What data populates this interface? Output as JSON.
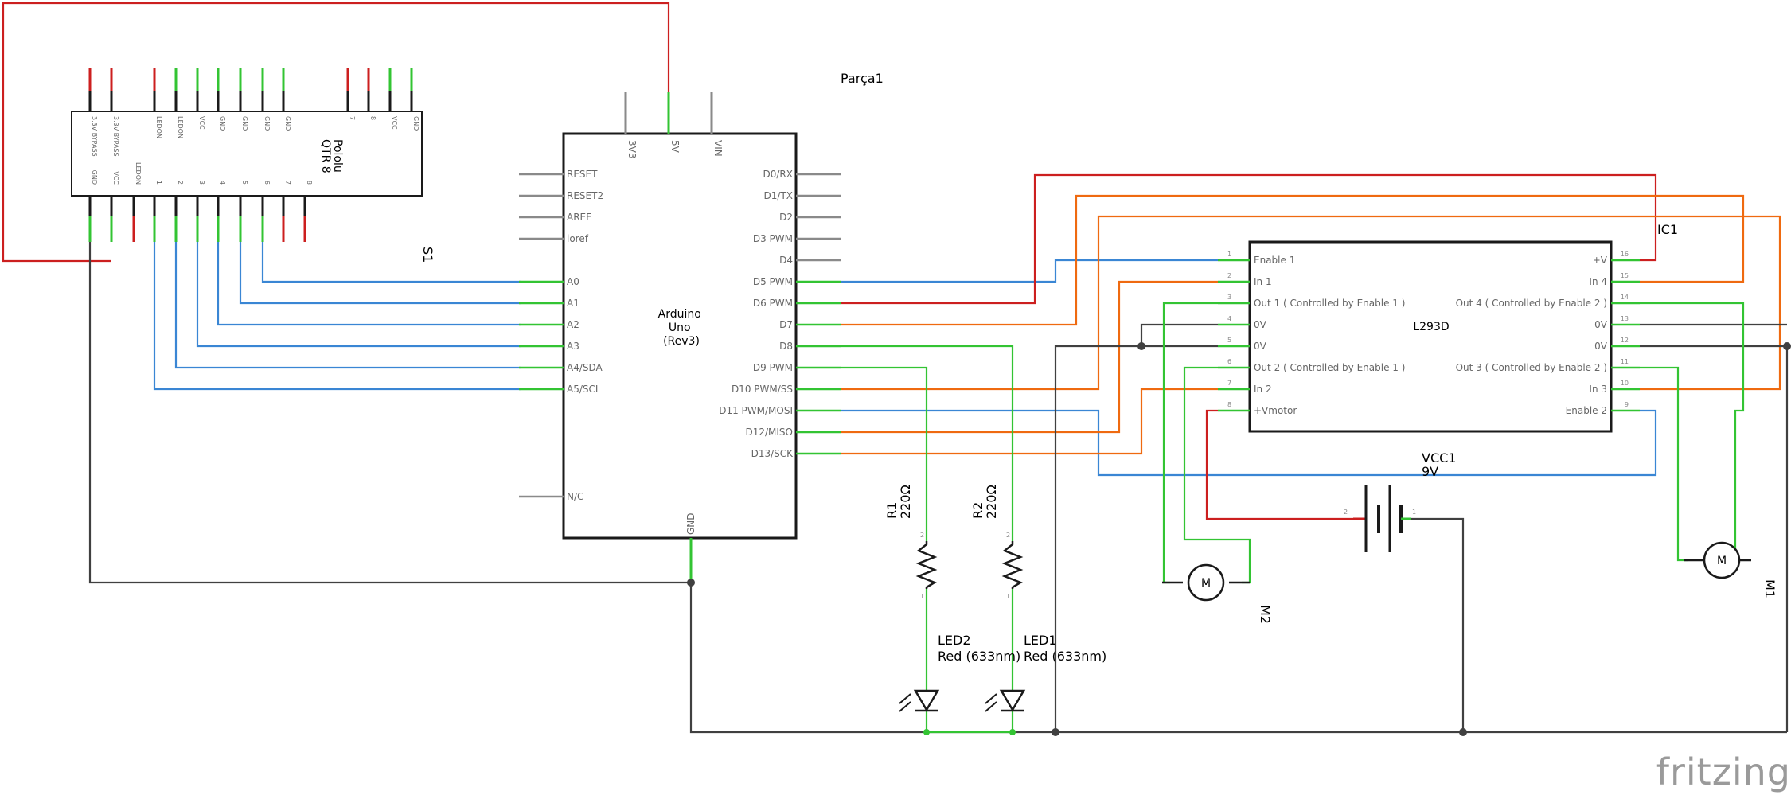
{
  "title": "Parça1",
  "arduino": {
    "name": "Arduino\nUno\n(Rev3)",
    "top_pins": [
      "3V3",
      "5V",
      "VIN"
    ],
    "left_pins": [
      "RESET",
      "RESET2",
      "AREF",
      "ioref",
      "A0",
      "A1",
      "A2",
      "A3",
      "A4/SDA",
      "A5/SCL",
      "N/C"
    ],
    "right_pins": [
      "D0/RX",
      "D1/TX",
      "D2",
      "D3 PWM",
      "D4",
      "D5 PWM",
      "D6 PWM",
      "D7",
      "D8",
      "D9 PWM",
      "D10 PWM/SS",
      "D11 PWM/MOSI",
      "D12/MISO",
      "D13/SCK"
    ],
    "bottom_pin": "GND"
  },
  "sensor": {
    "label": "S1",
    "name": "Pololu\nQTR 8",
    "top_pins": [
      "3.3V BYPASS",
      "3.3V BYPASS",
      "LEDON",
      "LEDON",
      "VCC",
      "GND",
      "GND",
      "GND",
      "GND",
      "7",
      "8",
      "VCC",
      "GND"
    ],
    "bottom_pins": [
      "GND",
      "VCC",
      "LEDON",
      "1",
      "2",
      "3",
      "4",
      "5",
      "6",
      "7",
      "8"
    ]
  },
  "driver": {
    "label": "IC1",
    "name": "L293D",
    "left_pins": [
      {
        "num": "1",
        "name": "Enable 1"
      },
      {
        "num": "2",
        "name": "In 1"
      },
      {
        "num": "3",
        "name": "Out 1 ( Controlled by Enable 1 )"
      },
      {
        "num": "4",
        "name": "0V"
      },
      {
        "num": "5",
        "name": "0V"
      },
      {
        "num": "6",
        "name": "Out 2 ( Controlled by Enable 1 )"
      },
      {
        "num": "7",
        "name": "In 2"
      },
      {
        "num": "8",
        "name": "+Vmotor"
      }
    ],
    "right_pins": [
      {
        "num": "16",
        "name": "+V"
      },
      {
        "num": "15",
        "name": "In 4"
      },
      {
        "num": "14",
        "name": "Out 4 ( Controlled by Enable 2 )"
      },
      {
        "num": "13",
        "name": "0V"
      },
      {
        "num": "12",
        "name": "0V"
      },
      {
        "num": "11",
        "name": "Out 3 ( Controlled by Enable 2 )"
      },
      {
        "num": "10",
        "name": "In 3"
      },
      {
        "num": "9",
        "name": "Enable 2"
      }
    ]
  },
  "battery": {
    "label": "VCC1",
    "value": "9V",
    "pin_left": "2",
    "pin_right": "1"
  },
  "resistors": [
    {
      "label": "R1",
      "value": "220Ω"
    },
    {
      "label": "R2",
      "value": "220Ω"
    }
  ],
  "leds": [
    {
      "label": "LED2",
      "value": "Red (633nm)"
    },
    {
      "label": "LED1",
      "value": "Red (633nm)"
    }
  ],
  "motors": [
    {
      "label": "M2",
      "symbol": "M"
    },
    {
      "label": "M1",
      "symbol": "M"
    }
  ],
  "pin_marks": {
    "one": "1",
    "two": "2"
  },
  "logo": "fritzing",
  "colors": {
    "red": "#cc1f1f",
    "blue": "#3a86d4",
    "orange": "#ef6a10",
    "green": "#33c433",
    "black": "#404040",
    "grey_pin": "#8a8a8a",
    "part_outline": "#1a1a1a",
    "logo": "#9a9a9a"
  }
}
